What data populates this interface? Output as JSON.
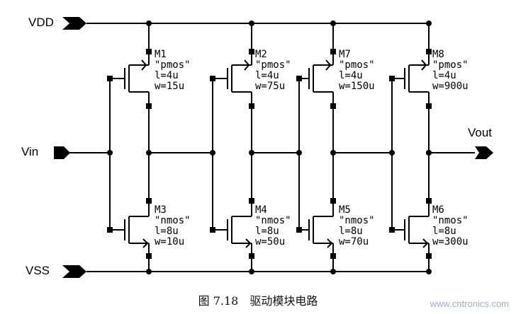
{
  "ports": {
    "vdd": "VDD",
    "vin": "Vin",
    "vout": "Vout",
    "vss": "VSS"
  },
  "transistors": [
    {
      "name": "M1",
      "type": "\"pmos\"",
      "l": "l=4u",
      "w": "w=15u"
    },
    {
      "name": "M2",
      "type": "\"pmos\"",
      "l": "l=4u",
      "w": "w=75u"
    },
    {
      "name": "M7",
      "type": "\"pmos\"",
      "l": "l=4u",
      "w": "w=150u"
    },
    {
      "name": "M8",
      "type": "\"pmos\"",
      "l": "l=4u",
      "w": "w=900u"
    },
    {
      "name": "M3",
      "type": "\"nmos\"",
      "l": "l=8u",
      "w": "w=10u"
    },
    {
      "name": "M4",
      "type": "\"nmos\"",
      "l": "l=8u",
      "w": "w=50u"
    },
    {
      "name": "M5",
      "type": "\"nmos\"",
      "l": "l=8u",
      "w": "w=70u"
    },
    {
      "name": "M6",
      "type": "\"nmos\"",
      "l": "l=8u",
      "w": "w=300u"
    }
  ],
  "caption": "图 7.18　驱动模块电路",
  "watermark": "www.cntronics.com"
}
